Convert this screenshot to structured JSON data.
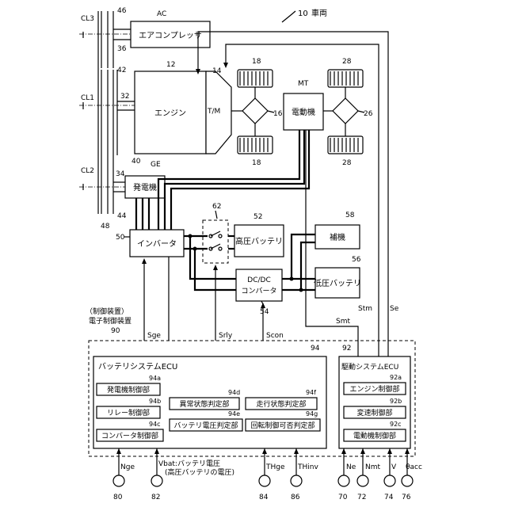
{
  "vehicle": {
    "ref": "10",
    "label": "車両"
  },
  "components": {
    "ac": "AC",
    "compressor": "エアコンプレッサ",
    "engine": "エンジン",
    "tm": "T/M",
    "mt": "MT",
    "motor": "電動機",
    "ge": "GE",
    "generator": "発電機",
    "inverter": "インバータ",
    "hv_battery": "高圧バッテリ",
    "aux": "補機",
    "lv_battery": "低圧バッテリ",
    "dcdc": "DC/DC",
    "converter": "コンバータ"
  },
  "shafts": {
    "cl1": "CL1",
    "cl2": "CL2",
    "cl3": "CL3"
  },
  "refs": {
    "r46": "46",
    "r36": "36",
    "r42": "42",
    "r32": "32",
    "r40": "40",
    "r34": "34",
    "r44": "44",
    "r48": "48",
    "r12": "12",
    "r14": "14",
    "r18a": "18",
    "r18b": "18",
    "r16": "16",
    "r28a": "28",
    "r28b": "28",
    "r26": "26",
    "r50": "50",
    "r62": "62",
    "r52": "52",
    "r58": "58",
    "r56": "56",
    "r54": "54",
    "r90": "90",
    "r94": "94",
    "r92": "92",
    "r94a": "94a",
    "r94b": "94b",
    "r94c": "94c",
    "r94d": "94d",
    "r94e": "94e",
    "r94f": "94f",
    "r94g": "94g",
    "r92a": "92a",
    "r92b": "92b",
    "r92c": "92c"
  },
  "signals": {
    "sge": "Sge",
    "srly": "Srly",
    "scon": "Scon",
    "smt": "Smt",
    "stm": "Stm",
    "se": "Se"
  },
  "control": {
    "label1": "（制御装置）",
    "label2": "電子制御装置",
    "battery_ecu": "バッテリシステムECU",
    "drive_ecu": "駆動システムECU",
    "units": {
      "u94a": "発電機制御部",
      "u94b": "リレー制御部",
      "u94c": "コンバータ制御部",
      "u94d": "異常状態判定部",
      "u94e": "バッテリ電圧判定部",
      "u94f": "走行状態判定部",
      "u94g": "回転制御可否判定部",
      "u92a": "エンジン制御部",
      "u92b": "変速制御部",
      "u92c": "電動機制御部"
    }
  },
  "sensors": [
    {
      "signal": "Nge",
      "ref": "80"
    },
    {
      "signal": "Vbat:バッテリ電圧",
      "ref": "82"
    },
    {
      "signal": "THge",
      "ref": "84"
    },
    {
      "signal": "THinv",
      "ref": "86"
    },
    {
      "signal": "Ne",
      "ref": "70"
    },
    {
      "signal": "Nmt",
      "ref": "72"
    },
    {
      "signal": "V",
      "ref": "74"
    },
    {
      "signal": "θacc",
      "ref": "76"
    }
  ],
  "vbat_sub": "(高圧バッテリの電圧)"
}
